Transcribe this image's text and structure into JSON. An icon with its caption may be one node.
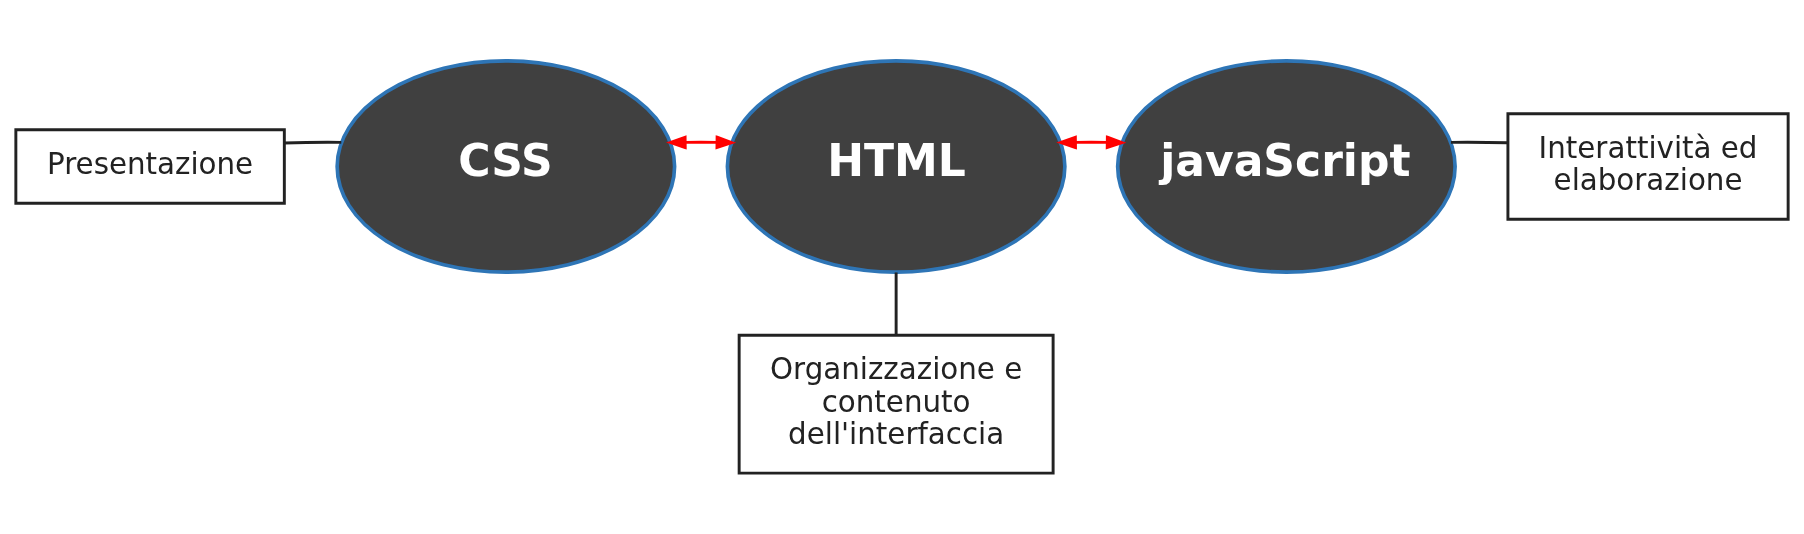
{
  "diagram": {
    "nodes": [
      {
        "text": [
          "Presentazione"
        ]
      },
      {
        "text": [
          "CSS"
        ]
      },
      {
        "text": [
          "Organizzazione e contenuto dell'interfaccia"
        ]
      },
      {
        "text": [
          "HTML"
        ]
      },
      {
        "text": [
          "javaScript"
        ]
      },
      {
        "text": [
          "Interattività ed elaborazione"
        ]
      }
    ],
    "edges": [
      {
        "from": 0,
        "to": 1,
        "arrow": "none"
      },
      {
        "from": 2,
        "to": 3,
        "arrow": "none"
      },
      {
        "from": 5,
        "to": 4,
        "arrow": "none"
      },
      {
        "from": 1,
        "to": 3,
        "arrow": "both",
        "color": "#ff0000"
      },
      {
        "from": 3,
        "to": 4,
        "arrow": "both",
        "color": "#ff0000"
      }
    ]
  }
}
